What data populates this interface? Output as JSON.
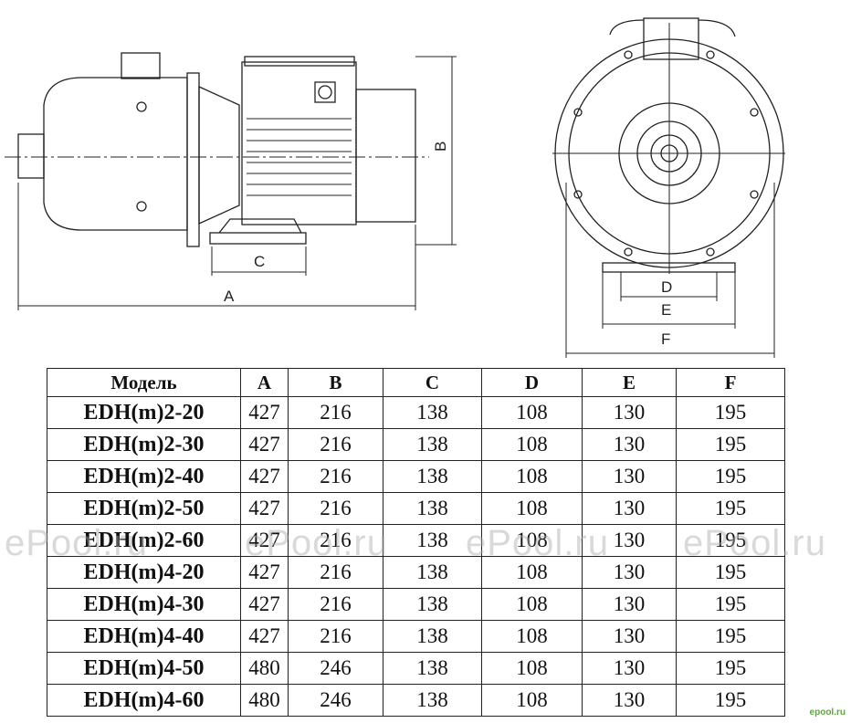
{
  "drawing": {
    "side_labels": {
      "a": "A",
      "b": "B",
      "c": "C"
    },
    "front_labels": {
      "d": "D",
      "e": "E",
      "f": "F"
    }
  },
  "table": {
    "headers": [
      "Модель",
      "A",
      "B",
      "C",
      "D",
      "E",
      "F"
    ],
    "rows": [
      [
        "EDH(m)2-20",
        "427",
        "216",
        "138",
        "108",
        "130",
        "195"
      ],
      [
        "EDH(m)2-30",
        "427",
        "216",
        "138",
        "108",
        "130",
        "195"
      ],
      [
        "EDH(m)2-40",
        "427",
        "216",
        "138",
        "108",
        "130",
        "195"
      ],
      [
        "EDH(m)2-50",
        "427",
        "216",
        "138",
        "108",
        "130",
        "195"
      ],
      [
        "EDH(m)2-60",
        "427",
        "216",
        "138",
        "108",
        "130",
        "195"
      ],
      [
        "EDH(m)4-20",
        "427",
        "216",
        "138",
        "108",
        "130",
        "195"
      ],
      [
        "EDH(m)4-30",
        "427",
        "216",
        "138",
        "108",
        "130",
        "195"
      ],
      [
        "EDH(m)4-40",
        "427",
        "216",
        "138",
        "108",
        "130",
        "195"
      ],
      [
        "EDH(m)4-50",
        "480",
        "246",
        "138",
        "108",
        "130",
        "195"
      ],
      [
        "EDH(m)4-60",
        "480",
        "246",
        "138",
        "108",
        "130",
        "195"
      ]
    ]
  },
  "watermark": {
    "text": "ePool.ru"
  },
  "corner_logo": {
    "text": "epool.ru"
  }
}
